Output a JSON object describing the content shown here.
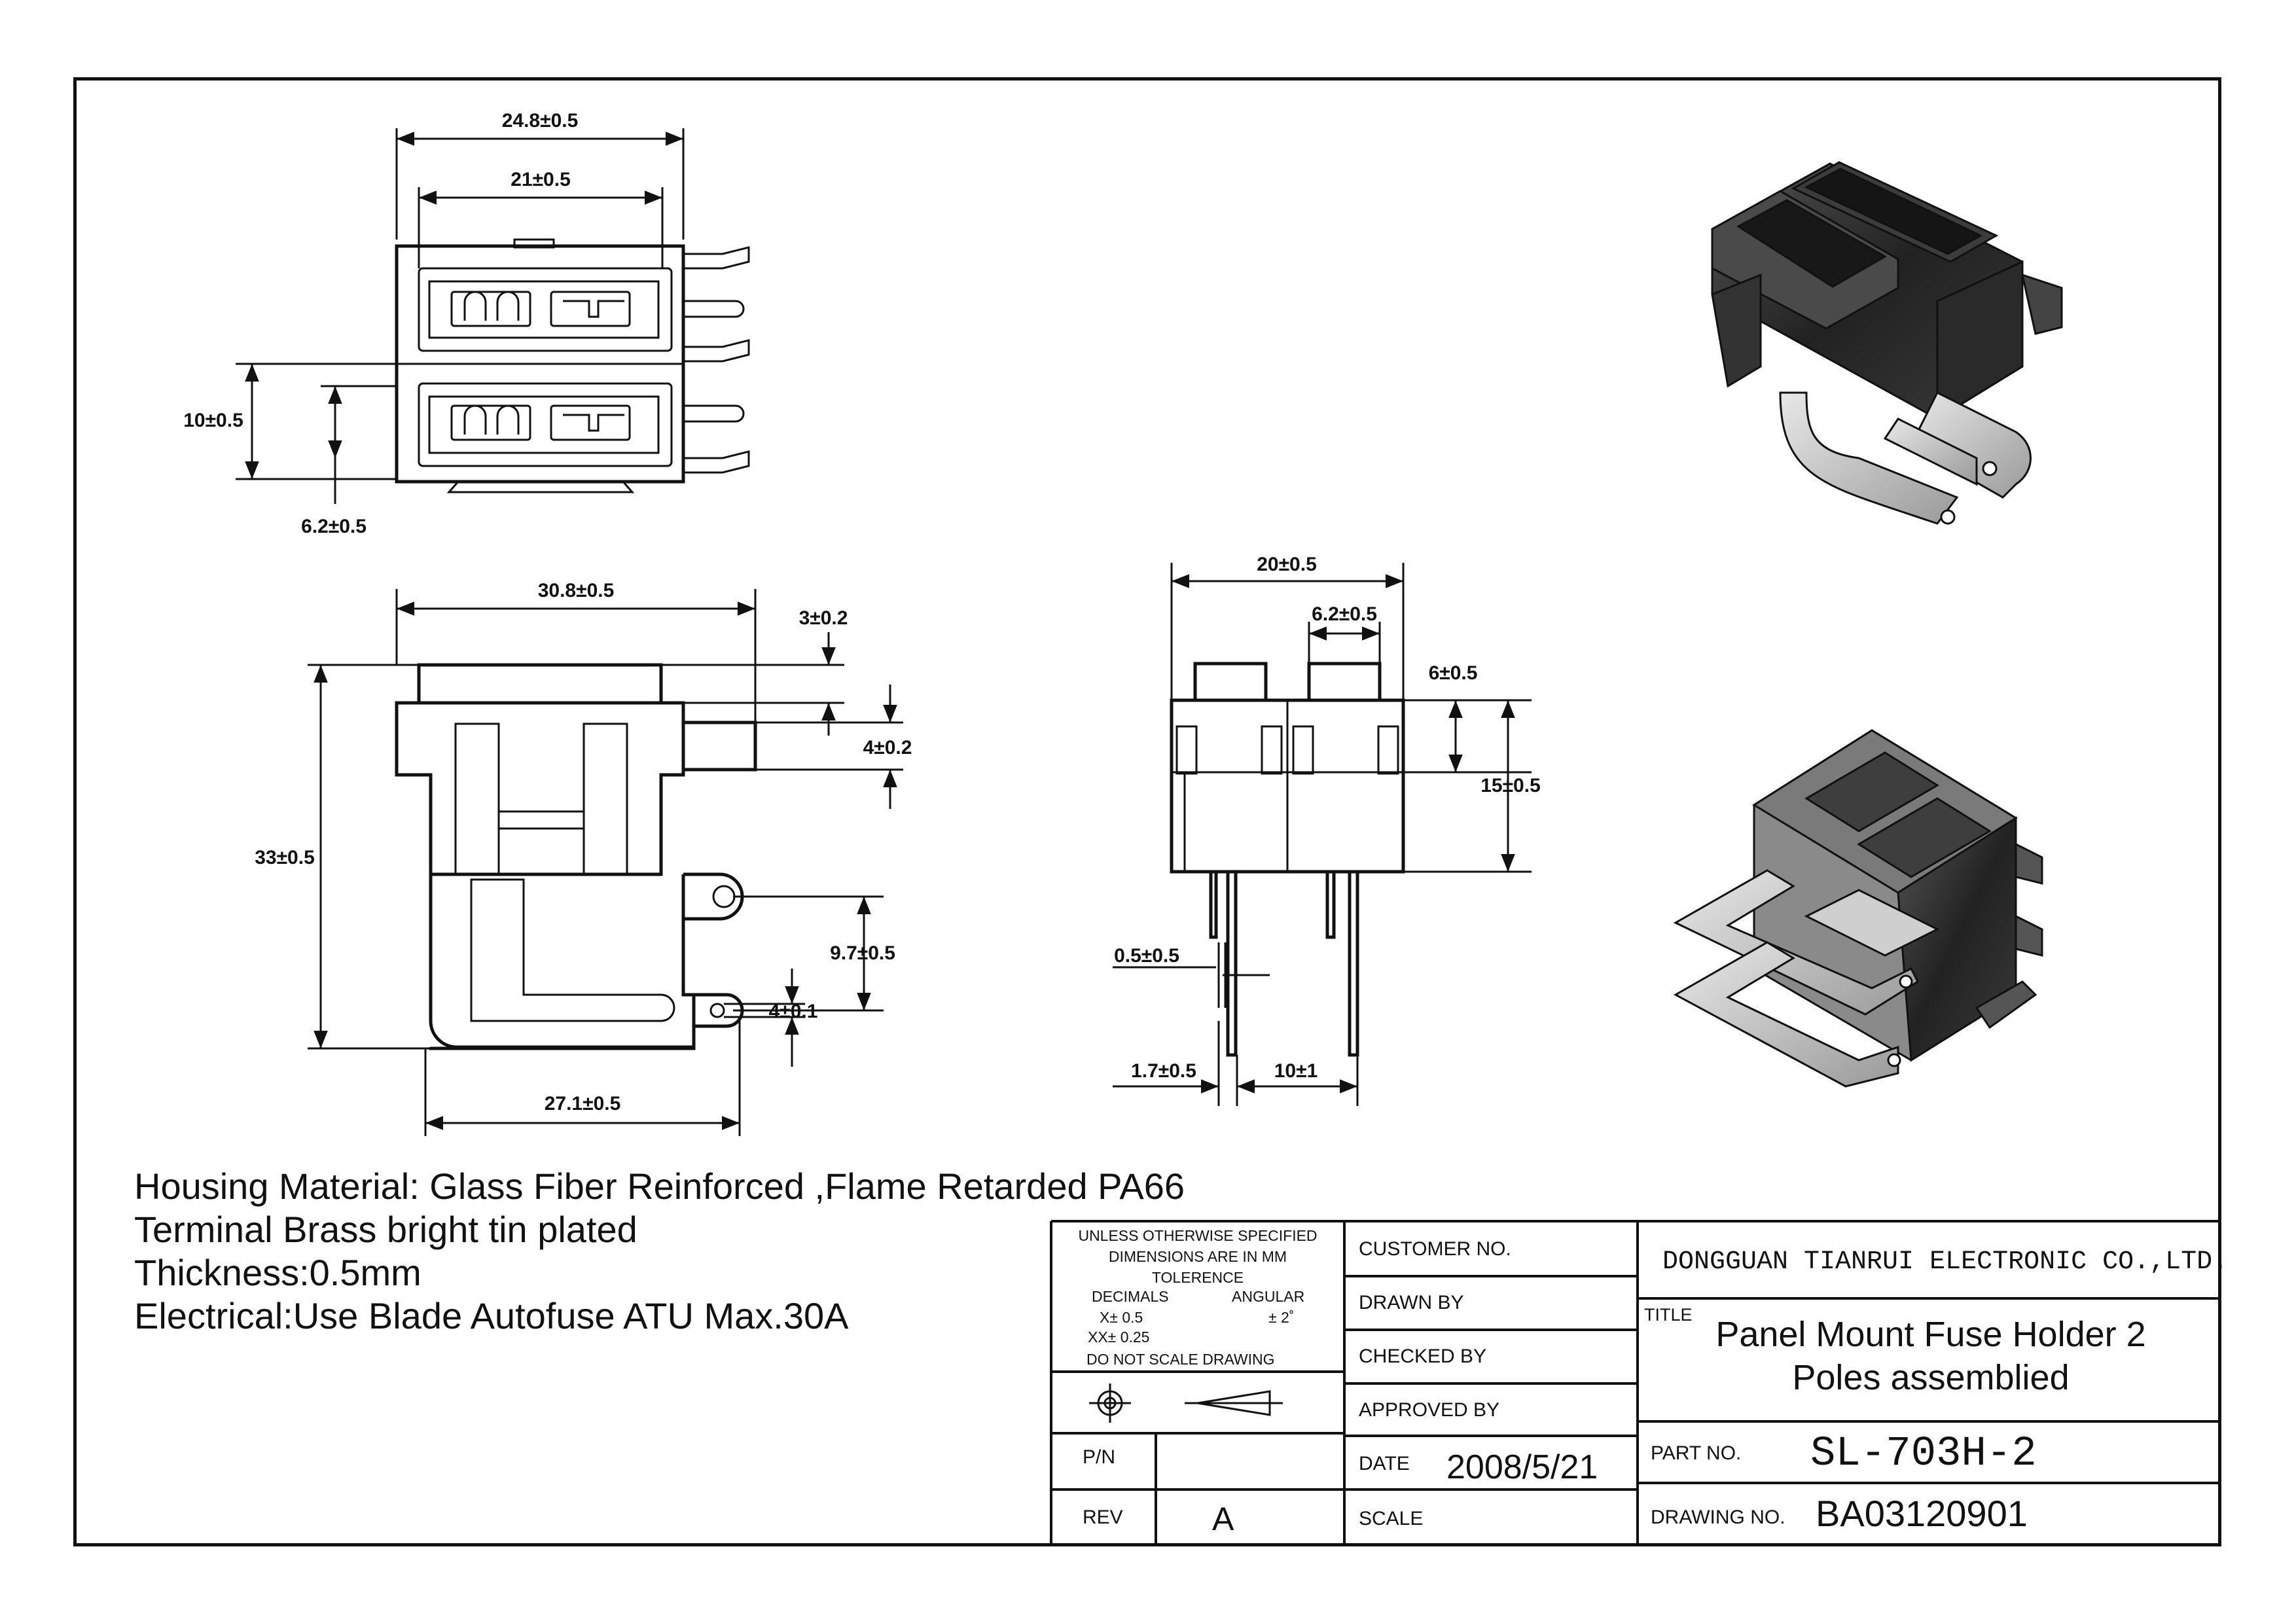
{
  "notes": [
    "Housing Material: Glass Fiber Reinforced ,Flame Retarded PA66",
    "Terminal Brass bright tin plated",
    "Thickness:0.5mm",
    "Electrical:Use Blade Autofuse ATU Max.30A"
  ],
  "dimensions": {
    "top_width_outer": "24.8±0.5",
    "top_width_inner": "21±0.5",
    "top_height": "10±0.5",
    "top_offset": "6.2±0.5",
    "side_width": "30.8±0.5",
    "side_tab": "3±0.2",
    "side_slot": "4±0.2",
    "side_height": "33±0.5",
    "side_pin_pitch": "9.7±0.5",
    "side_hole": "4±0.1",
    "side_base": "27.1±0.5",
    "front_width": "20±0.5",
    "front_cap": "6.2±0.5",
    "front_cap_h": "6±0.5",
    "front_body_h": "15±0.5",
    "front_pin_t": "0.5±0.5",
    "front_pin_off": "1.7±0.5",
    "front_pin_pitch": "10±1"
  },
  "title_block": {
    "tolerance_header": [
      "UNLESS OTHERWISE SPECIFIED",
      "DIMENSIONS ARE IN MM",
      "TOLERENCE"
    ],
    "decimals_label": "DECIMALS",
    "angular_label": "ANGULAR",
    "x_tol": "X± 0.5",
    "ang_tol": "±  2˚",
    "xx_tol": "XX± 0.25",
    "do_not_scale": "DO NOT SCALE DRAWING",
    "pn_label": "P/N",
    "pn_value": "",
    "rev_label": "REV",
    "rev_value": "A",
    "customer_label": "CUSTOMER NO.",
    "drawn_label": "DRAWN BY",
    "checked_label": "CHECKED BY",
    "approved_label": "APPROVED BY",
    "date_label": "DATE",
    "date_value": "2008/5/21",
    "scale_label": "SCALE",
    "company": "DONGGUAN TIANRUI ELECTRONIC CO.,LTD.",
    "title_label": "TITLE",
    "title_line1": "Panel Mount Fuse Holder 2",
    "title_line2": "Poles assemblied",
    "part_label": "PART NO.",
    "part_value": "SL-703H-2",
    "drawing_label": "DRAWING NO.",
    "drawing_value": "BA03120901"
  }
}
